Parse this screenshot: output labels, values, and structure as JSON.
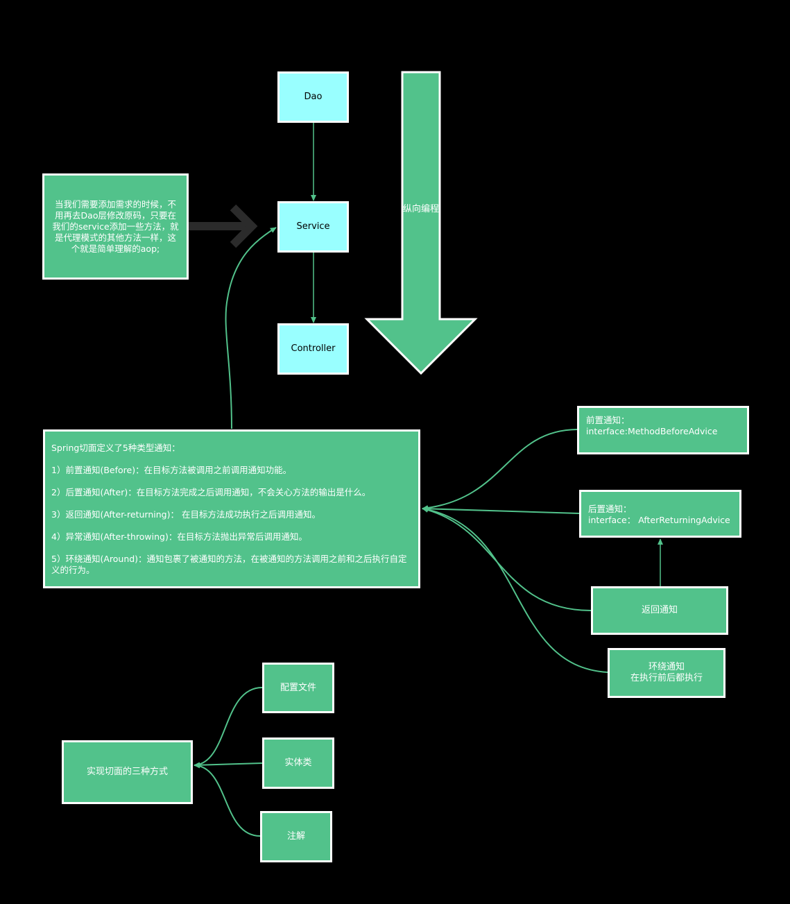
{
  "colors": {
    "background": "#000000",
    "node_green": "#52c28b",
    "node_cyan": "#99ffff",
    "edge": "#52c28b",
    "border": "#ffffff",
    "big_arrow": "#2b2b2b"
  },
  "layers": {
    "dao": "Dao",
    "service": "Service",
    "controller": "Controller"
  },
  "vertical_arrow_label": "纵向编程",
  "note": "当我们需要添加需求的时候，不\n用再去Dao层修改原码，只要在\n我们的service添加一些方法，就\n是代理模式的其他方法一样，这\n个就是简单理解的aop;",
  "advice_types": {
    "intro": "Spring切面定义了5种类型通知：",
    "items": [
      "1）前置通知(Before)：在目标方法被调用之前调用通知功能。",
      "2）后置通知(After)：在目标方法完成之后调用通知，不会关心方法的输出是什么。",
      "3）返回通知(After-returning)： 在目标方法成功执行之后调用通知。",
      "4）异常通知(After-throwing)：在目标方法抛出异常后调用通知。",
      "5）环绕通知(Around)：通知包裹了被通知的方法，在被通知的方法调用之前和之后执行自定义的行为。"
    ]
  },
  "before_advice": "前置通知：\ninterface:MethodBeforeAdvice",
  "after_advice": "后置通知：\ninterface： AfterReturningAdvice",
  "returning_advice": "返回通知",
  "around_advice": "环绕通知\n在执行前后都执行",
  "aop_ways": {
    "title": "实现切面的三种方式",
    "config_file": "配置文件",
    "entity_class": "实体类",
    "annotation": "注解"
  }
}
